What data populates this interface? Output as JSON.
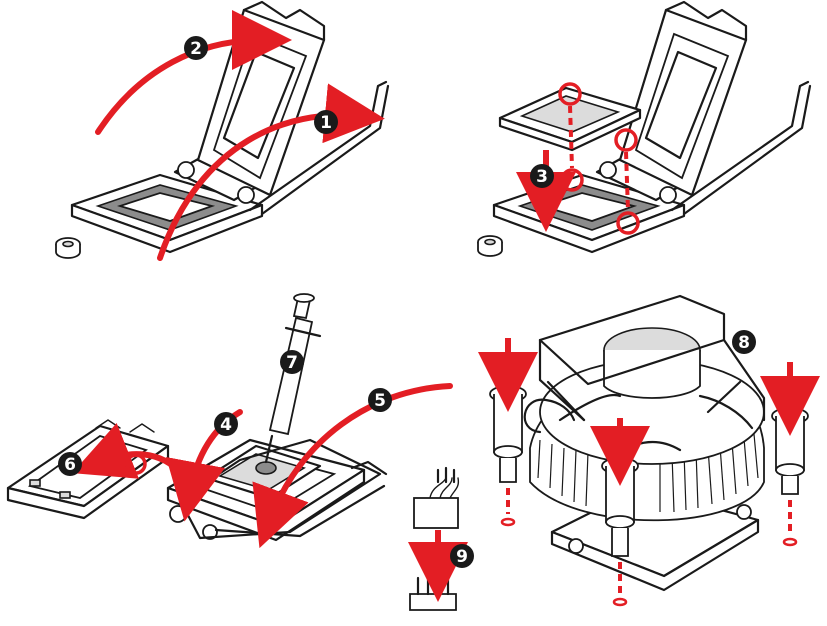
{
  "colors": {
    "accent": "#e31e24",
    "line": "#1a1a1a",
    "badge": "#1a1a1a",
    "badge_text": "#ffffff"
  },
  "steps": [
    {
      "label": "1"
    },
    {
      "label": "2"
    },
    {
      "label": "3"
    },
    {
      "label": "4"
    },
    {
      "label": "5"
    },
    {
      "label": "6"
    },
    {
      "label": "7"
    },
    {
      "label": "8"
    },
    {
      "label": "9"
    }
  ]
}
